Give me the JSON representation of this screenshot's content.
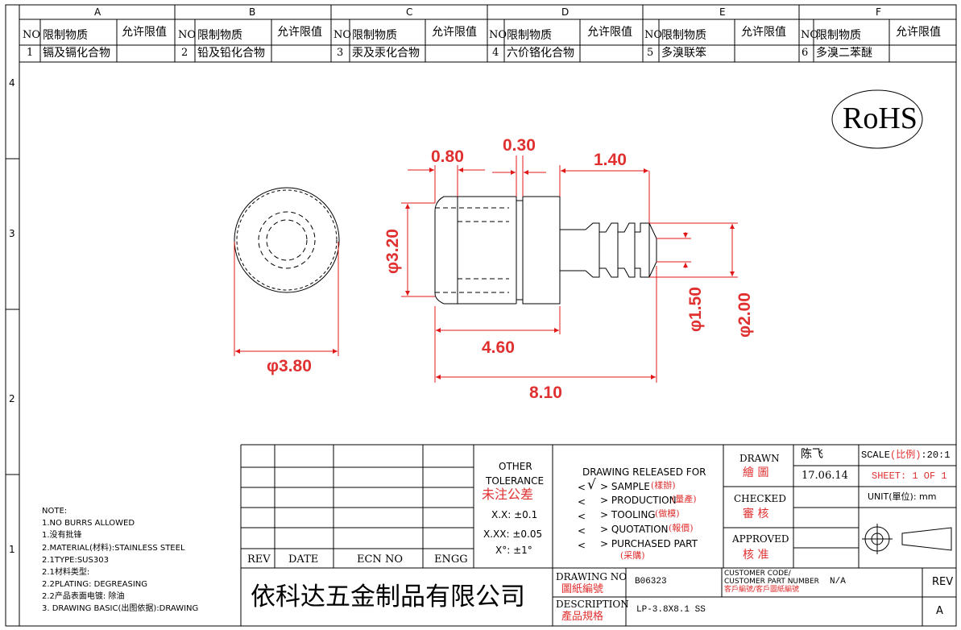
{
  "zones": {
    "cols": [
      "A",
      "B",
      "C",
      "D",
      "E",
      "F"
    ],
    "rows": [
      "4",
      "3",
      "2",
      "1"
    ]
  },
  "substances": {
    "headers": {
      "no": "NO",
      "name": "限制物质",
      "limit": "允许限值"
    },
    "items": [
      {
        "no": "1",
        "name": "镉及镉化合物",
        "limit": ""
      },
      {
        "no": "2",
        "name": "铅及铅化合物",
        "limit": ""
      },
      {
        "no": "3",
        "name": "汞及汞化合物",
        "limit": ""
      },
      {
        "no": "4",
        "name": "六价铬化合物",
        "limit": ""
      },
      {
        "no": "5",
        "name": "多溴联笨",
        "limit": ""
      },
      {
        "no": "6",
        "name": "多溴二苯醚",
        "limit": ""
      }
    ]
  },
  "rohs": "RoHS",
  "dimensions": {
    "d1": "0.80",
    "d2": "0.30",
    "d3": "1.40",
    "d4": "φ3.20",
    "d5": "φ1.50",
    "d6": "φ2.00",
    "d7": "4.60",
    "d8": "8.10",
    "d9": "φ3.80"
  },
  "notes": [
    "NOTE:",
    "1.NO BURRS ALLOWED",
    "1.没有批锋",
    "2.MATERIAL(材料):STAINLESS STEEL",
    "2.1TYPE:SUS303",
    "2.1材料类型:",
    "2.2PLATING: DEGREASING",
    "2.2产品表面电镀: 除油",
    "3. DRAWING BASIC(出图依据):DRAWING"
  ],
  "revision_table": {
    "headers": [
      "REV",
      "DATE",
      "ECN NO",
      "ENGG"
    ]
  },
  "tolerance": {
    "title1": "OTHER",
    "title2": "TOLERANCE",
    "title_cn": "未注公差",
    "lines": [
      "X.X: ±0.1",
      "X.XX: ±0.05",
      "X°: ±1°"
    ]
  },
  "release": {
    "title": "DRAWING RELEASED FOR",
    "items": [
      {
        "mark": "<",
        "check": "√",
        "label": "> SAMPLE",
        "cn": "(樣辦)"
      },
      {
        "mark": "<",
        "check": "",
        "label": "> PRODUCTION",
        "cn": "(量產)"
      },
      {
        "mark": "<",
        "check": "",
        "label": "> TOOLING",
        "cn": "(做模)"
      },
      {
        "mark": "<",
        "check": "",
        "label": "> QUOTATION",
        "cn": "(報價)"
      },
      {
        "mark": "<",
        "check": "",
        "label": "> PURCHASED PART",
        "cn": "(采購)"
      }
    ]
  },
  "signoff": {
    "drawn": "DRAWN",
    "drawn_cn": "繪 圖",
    "drawn_by": "陈飞",
    "date": "17.06.14",
    "checked": "CHECKED",
    "checked_cn": "審 核",
    "approved": "APPROVED",
    "approved_cn": "核 准"
  },
  "scale": {
    "label": "SCALE",
    "label_cn": "(比例)",
    "value": ":20:1"
  },
  "sheet": "SHEET:  1 OF 1",
  "unit": {
    "label": "UNIT",
    "label_cn": "(單位)",
    "value": ":  mm"
  },
  "company": "依科达五金制品有限公司",
  "drawing_no": {
    "label": "DRAWING NO",
    "label_cn": "圖紙編號",
    "value": "B06323"
  },
  "customer": {
    "label1": "CUSTOMER CODE/",
    "label2": "CUSTOMER PART NUMBER",
    "label_cn": "客戶編號/客戶圖紙編號",
    "value": "N/A"
  },
  "description": {
    "label": "DESCRIPTION",
    "label_cn": "產品規格",
    "value": "LP-3.8X8.1 SS"
  },
  "rev": {
    "label": "REV",
    "value": "A"
  },
  "colors": {
    "dim": "#e01818",
    "line": "#000000",
    "hidden": "#000000"
  }
}
